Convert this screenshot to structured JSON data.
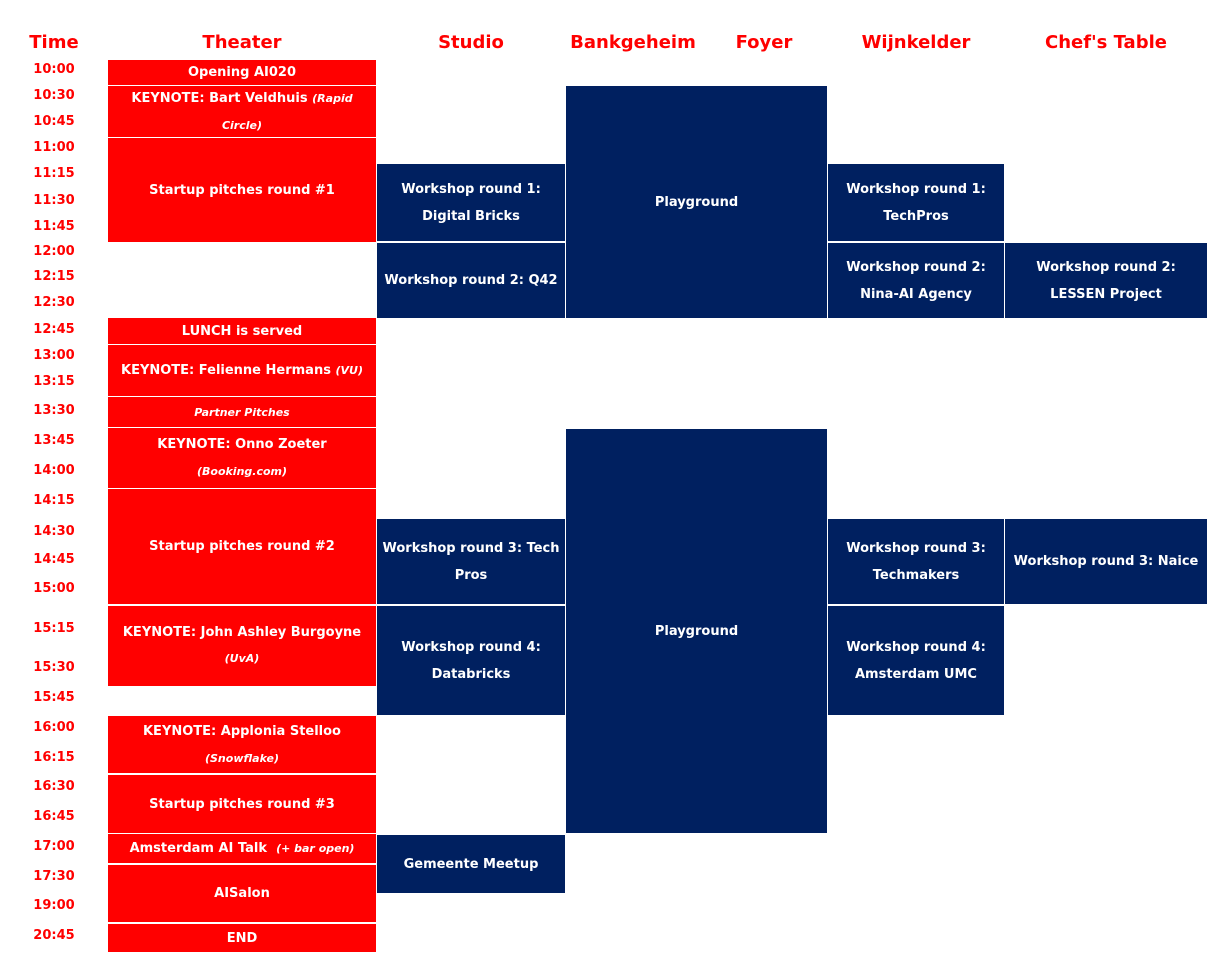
{
  "headers": {
    "time": "Time",
    "theater": "Theater",
    "studio": "Studio",
    "bankgeheim": "Bankgeheim",
    "foyer": "Foyer",
    "wijnkelder": "Wijnkelder",
    "chefs_table": "Chef's Table"
  },
  "times": [
    "10:00",
    "10:30",
    "10:45",
    "11:00",
    "11:15",
    "11:30",
    "11:45",
    "12:00",
    "12:15",
    "12:30",
    "12:45",
    "13:00",
    "13:15",
    "13:30",
    "13:45",
    "14:00",
    "14:15",
    "14:30",
    "14:45",
    "15:00",
    "15:15",
    "15:30",
    "15:45",
    "16:00",
    "16:15",
    "16:30",
    "16:45",
    "17:00",
    "17:30",
    "19:00",
    "20:45"
  ],
  "theater": {
    "opening": "Opening AI020",
    "keynote1": "KEYNOTE: Bart Veldhuis",
    "keynote1_org": "(Rapid Circle)",
    "pitches1": "Startup pitches round #1",
    "lunch": "LUNCH is served",
    "keynote2": "KEYNOTE: Felienne Hermans",
    "keynote2_org": "(VU)",
    "partner": "Partner Pitches",
    "keynote3": "KEYNOTE: Onno Zoeter",
    "keynote3_org": "(Booking.com)",
    "pitches2": "Startup pitches round #2",
    "keynote4": "KEYNOTE: John Ashley Burgoyne",
    "keynote4_org": "(UvA)",
    "keynote5": "KEYNOTE: Applonia Stelloo",
    "keynote5_org": "(Snowflake)",
    "pitches3": "Startup pitches round #3",
    "talk": "Amsterdam AI Talk",
    "talk_note": "(+ bar open)",
    "aisalon": "AISalon",
    "end": "END"
  },
  "studio": {
    "ws1": "Workshop round 1: Digital Bricks",
    "ws2": "Workshop round 2: Q42",
    "ws3": "Workshop round 3: Tech Pros",
    "ws4": "Workshop round 4: Databricks",
    "meetup": "Gemeente Meetup"
  },
  "playground": {
    "first": "Playground",
    "second": "Playground"
  },
  "wijnkelder": {
    "ws1": "Workshop round 1: TechPros",
    "ws2": "Workshop round 2: Nina-AI Agency",
    "ws3": "Workshop round 3: Techmakers",
    "ws4": "Workshop round 4: Amsterdam UMC"
  },
  "chefs_table": {
    "ws2": "Workshop round 2: LESSEN Project",
    "ws3": "Workshop round 3: Naice"
  },
  "colors": {
    "red": "#ff0000",
    "navy": "#002060"
  }
}
